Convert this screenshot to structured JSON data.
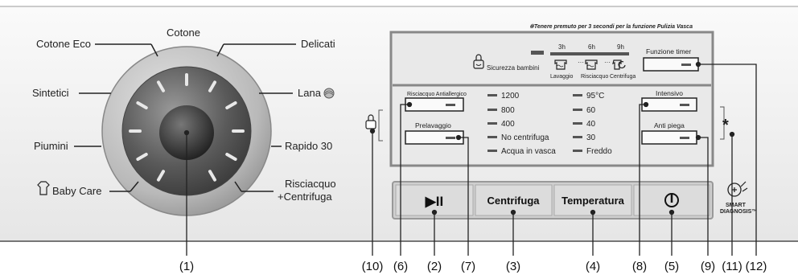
{
  "programs": {
    "cotone_eco": "Cotone Eco",
    "cotone": "Cotone",
    "delicati": "Delicati",
    "sintetici": "Sintetici",
    "lana": "Lana",
    "piumini": "Piumini",
    "rapido30": "Rapido 30",
    "baby_care": "Baby Care",
    "risciacquo": "Risciacquo",
    "centrifuga": "+Centrifuga"
  },
  "panel": {
    "note": "※Tenere premuto per 3 secondi per la funzione Pulizia Vasca",
    "child_lock": "Sicurezza bambini",
    "time_3h": "3h",
    "time_6h": "6h",
    "time_9h": "9h",
    "stage_wash": "Lavaggio",
    "stage_rinse": "Risciacquo",
    "stage_spin": "Centrifuga",
    "timer_button": "Funzione timer",
    "rinse_allergy_button": "Risciacquo Antiallergico",
    "prewash_button": "Prelavaggio",
    "intensive_button": "Intensivo",
    "anti_crease_button": "Anti piega",
    "spin_options": [
      "1200",
      "800",
      "400",
      "No centrifuga",
      "Acqua in vasca"
    ],
    "temp_options": [
      "95°C",
      "60",
      "40",
      "30",
      "Freddo"
    ],
    "asterisk": "*",
    "smart_diagnosis_line1": "SMART",
    "smart_diagnosis_line2": "DIAGNOSIS™"
  },
  "bottom_buttons": {
    "start_pause_symbol": "▶II",
    "centrifuga": "Centrifuga",
    "temperatura": "Temperatura",
    "power_symbol": "⏻"
  },
  "callouts": [
    "(1)",
    "(10)",
    "(6)",
    "(2)",
    "(7)",
    "(3)",
    "(4)",
    "(8)",
    "(5)",
    "(9)",
    "(11)",
    "(12)"
  ],
  "colors": {
    "panel_bg": "#eeeeee",
    "line": "#222222",
    "dial_dark": "#3a3a3a",
    "button_bg": "#d8d8d8",
    "led": "#555555"
  }
}
